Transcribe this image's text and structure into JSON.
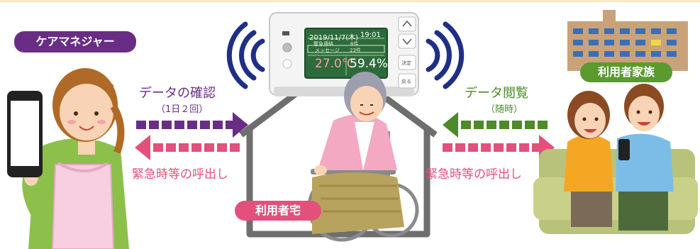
{
  "actors": {
    "care_manager": "ケアマネジャー",
    "family": "利用者家族",
    "home": "利用者宅"
  },
  "left_flow": {
    "label": "データの確認",
    "sub": "（1日２回）",
    "emergency": "緊急時等の呼出し"
  },
  "right_flow": {
    "label": "データ閲覧",
    "sub": "（随時）",
    "emergency": "緊急時等の呼出し"
  },
  "device": {
    "date": "2019/11/7(木)",
    "time": "19:01",
    "row1_label": "警急連絡",
    "row1_value": "6件",
    "row2_label": "メッセージ",
    "row2_value": "23件",
    "temperature": "27.0℃",
    "humidity": "59.4%",
    "btn_ok": "決定",
    "btn_back": "戻る"
  },
  "colors": {
    "care_purple": "#6a2d86",
    "family_green": "#5b9a2f",
    "home_pink": "#e3507b",
    "screen_green": "#2e6b3c"
  }
}
